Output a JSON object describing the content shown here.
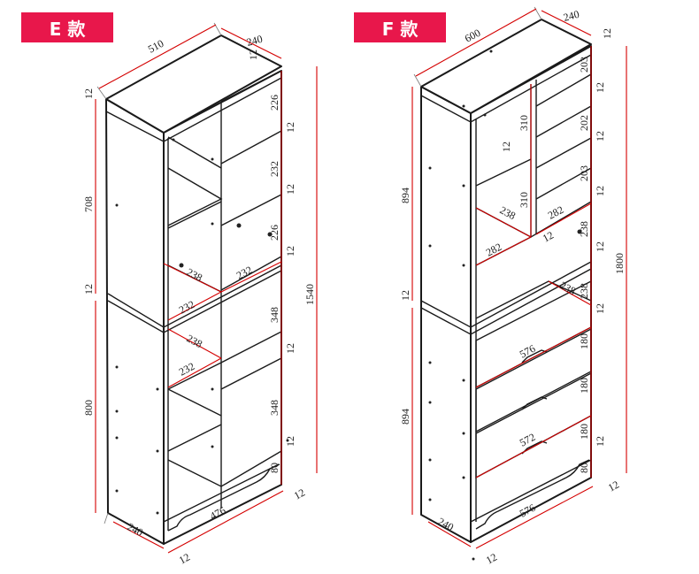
{
  "labels": {
    "e": "E 款",
    "f": "F 款"
  },
  "colors": {
    "badge": "#e8174b",
    "dimension": "#d40000",
    "outline": "#1a1a1a"
  },
  "e": {
    "width": "510",
    "depth": "240",
    "depth_bottom": "240",
    "base_width": "476",
    "top_upper": "708",
    "top_lower": "800",
    "total": "1540",
    "board": "12",
    "right_226a": "226",
    "right_232": "232",
    "right_226b": "226",
    "right_348a": "348",
    "right_348b": "348",
    "right_80": "80",
    "inner_238a": "238",
    "inner_232a": "232",
    "inner_232b": "232",
    "inner_238b": "238",
    "inner_232c": "232"
  },
  "f": {
    "width": "600",
    "depth": "240",
    "depth_bottom": "240",
    "base_width": "576",
    "upper": "894",
    "lower": "894",
    "total": "1800",
    "board": "12",
    "r203a": "203",
    "r202": "202",
    "r203b": "203",
    "r238": "238",
    "r180a": "180",
    "r180b": "180",
    "r180c": "180",
    "r80": "80",
    "inner_310a": "310",
    "inner_310b": "310",
    "inner_238a": "238",
    "inner_282a": "282",
    "inner_282b": "282",
    "inner_238b": "238",
    "drawer_576": "576",
    "drawer_572": "572"
  }
}
